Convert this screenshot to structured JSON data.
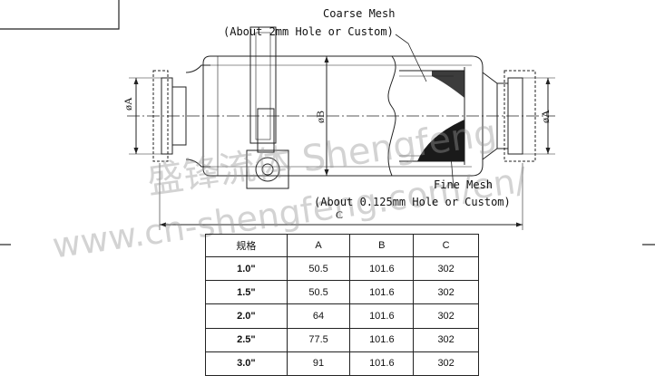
{
  "labels": {
    "coarse_mesh": "Coarse Mesh",
    "coarse_mesh_note": "(About 2mm Hole or Custom)",
    "fine_mesh": "Fine Mesh",
    "fine_mesh_note": "(About 0.125mm Hole or Custom)",
    "dim_a_left": "øA",
    "dim_a_right": "øA",
    "dim_b": "øB",
    "dim_c": "C"
  },
  "watermark": {
    "brand": "盛锋流体 Shengfeng",
    "url": "www.cn-shengfeng.com/en/"
  },
  "table": {
    "headers": [
      "规格",
      "A",
      "B",
      "C"
    ],
    "rows": [
      [
        "1.0\"",
        "50.5",
        "101.6",
        "302"
      ],
      [
        "1.5\"",
        "50.5",
        "101.6",
        "302"
      ],
      [
        "2.0\"",
        "64",
        "101.6",
        "302"
      ],
      [
        "2.5\"",
        "77.5",
        "101.6",
        "302"
      ],
      [
        "3.0\"",
        "91",
        "101.6",
        "302"
      ]
    ]
  },
  "colors": {
    "line": "#222222",
    "mesh_fill": "#1a1a1a",
    "watermark": "#969696"
  }
}
